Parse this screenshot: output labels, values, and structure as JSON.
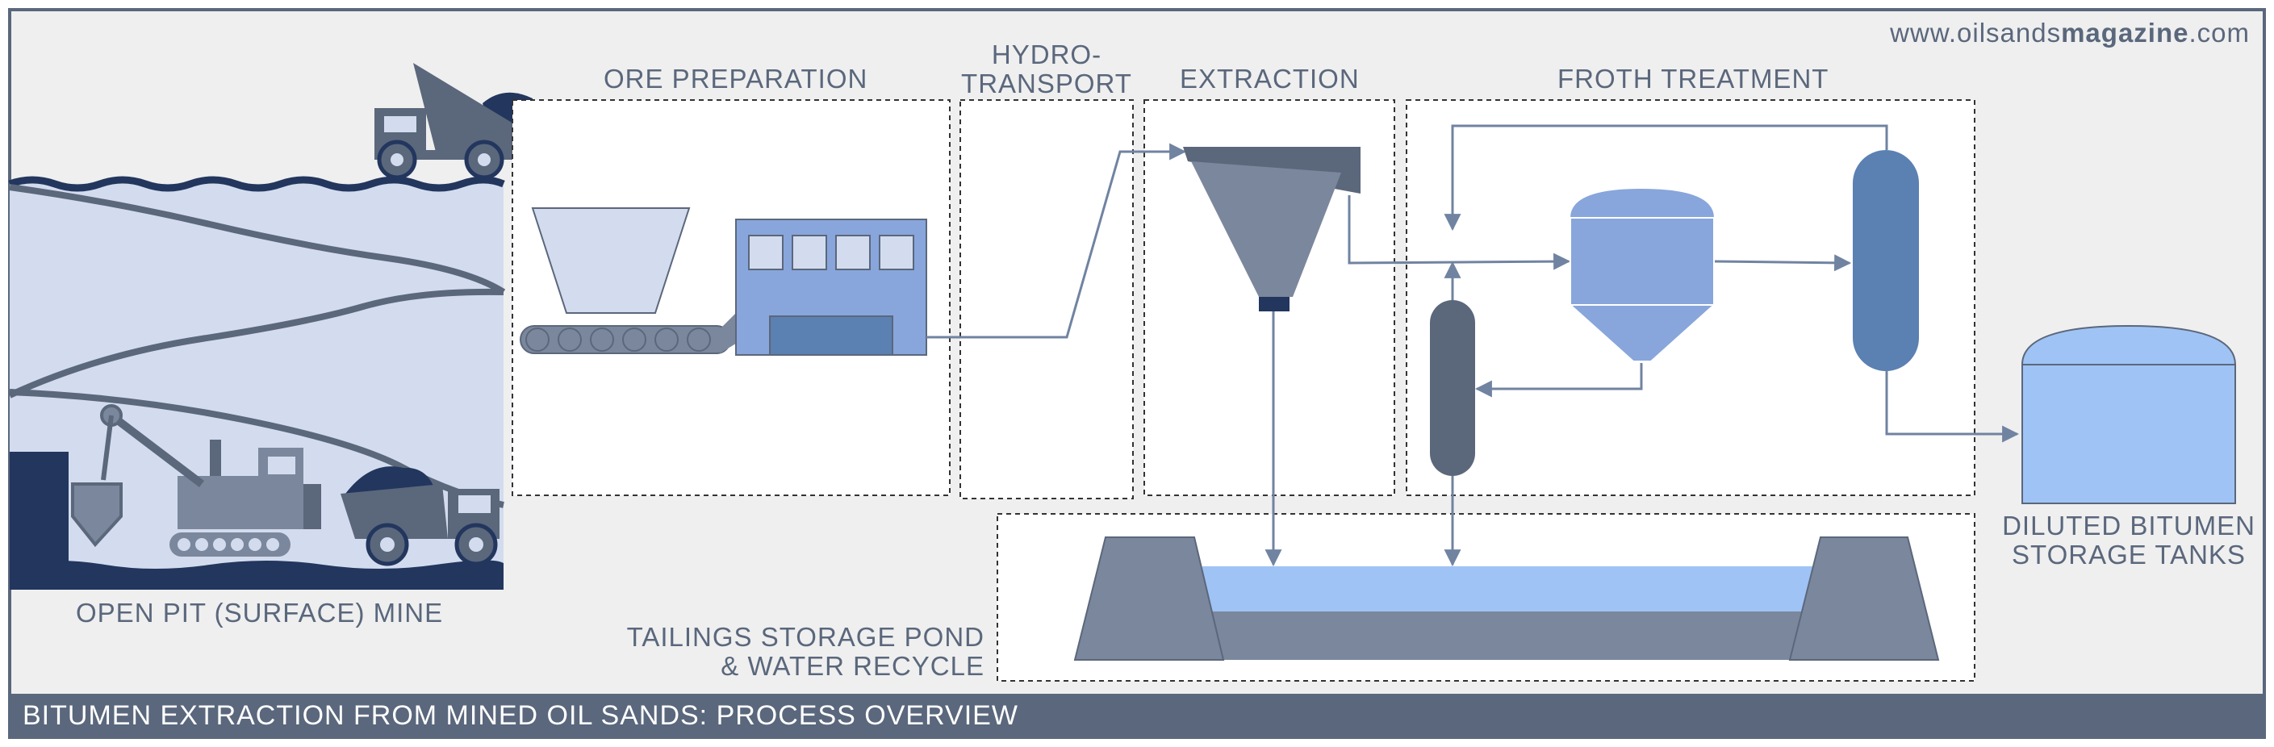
{
  "website": {
    "prefix": "www.oilsands",
    "bold": "magazine",
    "suffix": ".com"
  },
  "labels": {
    "open_pit_mine": "OPEN PIT (SURFACE) MINE",
    "ore_preparation": "ORE PREPARATION",
    "hydro_line1": "HYDRO-",
    "hydro_line2": "TRANSPORT",
    "extraction": "EXTRACTION",
    "froth_treatment": "FROTH TREATMENT",
    "tailings_line1": "TAILINGS STORAGE POND",
    "tailings_line2": "& WATER RECYCLE",
    "storage_line1": "DILUTED BITUMEN",
    "storage_line2": "STORAGE TANKS"
  },
  "footer": {
    "title": "BITUMEN EXTRACTION FROM MINED OIL SANDS: PROCESS OVERVIEW"
  },
  "colors": {
    "background": "#efefef",
    "border": "#5a677c",
    "label_text": "#5a677c",
    "mine_fill": "#d3dcee",
    "dark_navy": "#22365e",
    "equipment_gray": "#7b879c",
    "equipment_dark": "#5b677b",
    "light_blue": "#9fc3f5",
    "mid_blue": "#88a6dc",
    "steel_blue": "#5b80b2",
    "hopper_light": "#d3dcee",
    "pipe": "#7083a1",
    "dashed_box": "#333333"
  }
}
